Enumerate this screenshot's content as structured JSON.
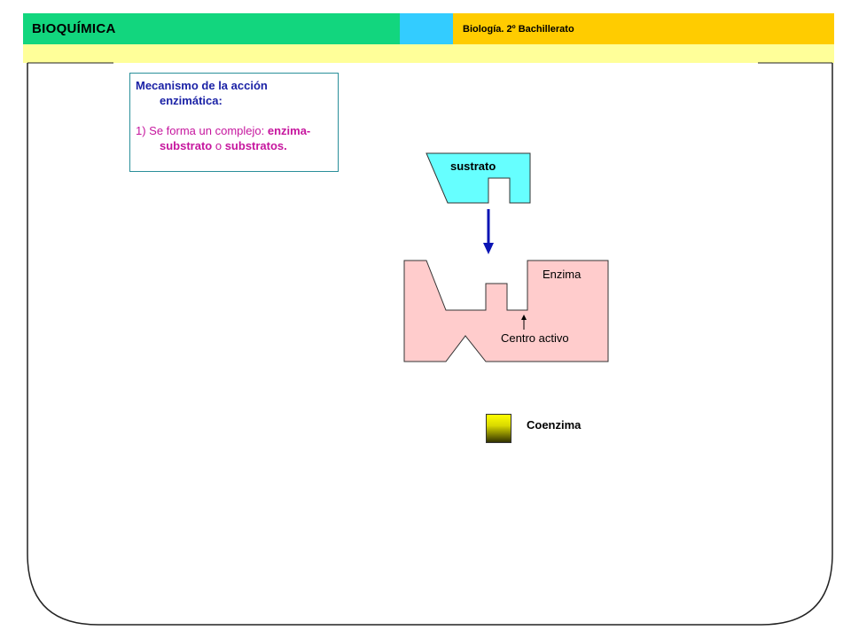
{
  "header": {
    "title": "BIOQUÍMICA",
    "subtitle": "Biología. 2º Bachillerato"
  },
  "textbox": {
    "heading_line1": "Mecanismo de la acción",
    "heading_line2": "enzimática:",
    "item_prefix": "1)  Se forma un complejo: ",
    "item_bold1": "enzima-",
    "item_bold2": "substrato",
    "item_connector": " o ",
    "item_bold3": "substratos."
  },
  "diagram": {
    "substrate_label": "sustrato",
    "enzyme_label": "Enzima",
    "active_site_label": "Centro activo",
    "coenzyme_label": "Coenzima"
  },
  "colors": {
    "header_green": "#12d67e",
    "header_cyan": "#33ccff",
    "header_yellow": "#ffcc00",
    "header_band": "#ffff99",
    "substrate_fill": "#66ffff",
    "enzyme_fill": "#ffcccc",
    "arrow": "#0a14b4",
    "heading_text": "#1b22a6",
    "item_text": "#c6169e"
  }
}
